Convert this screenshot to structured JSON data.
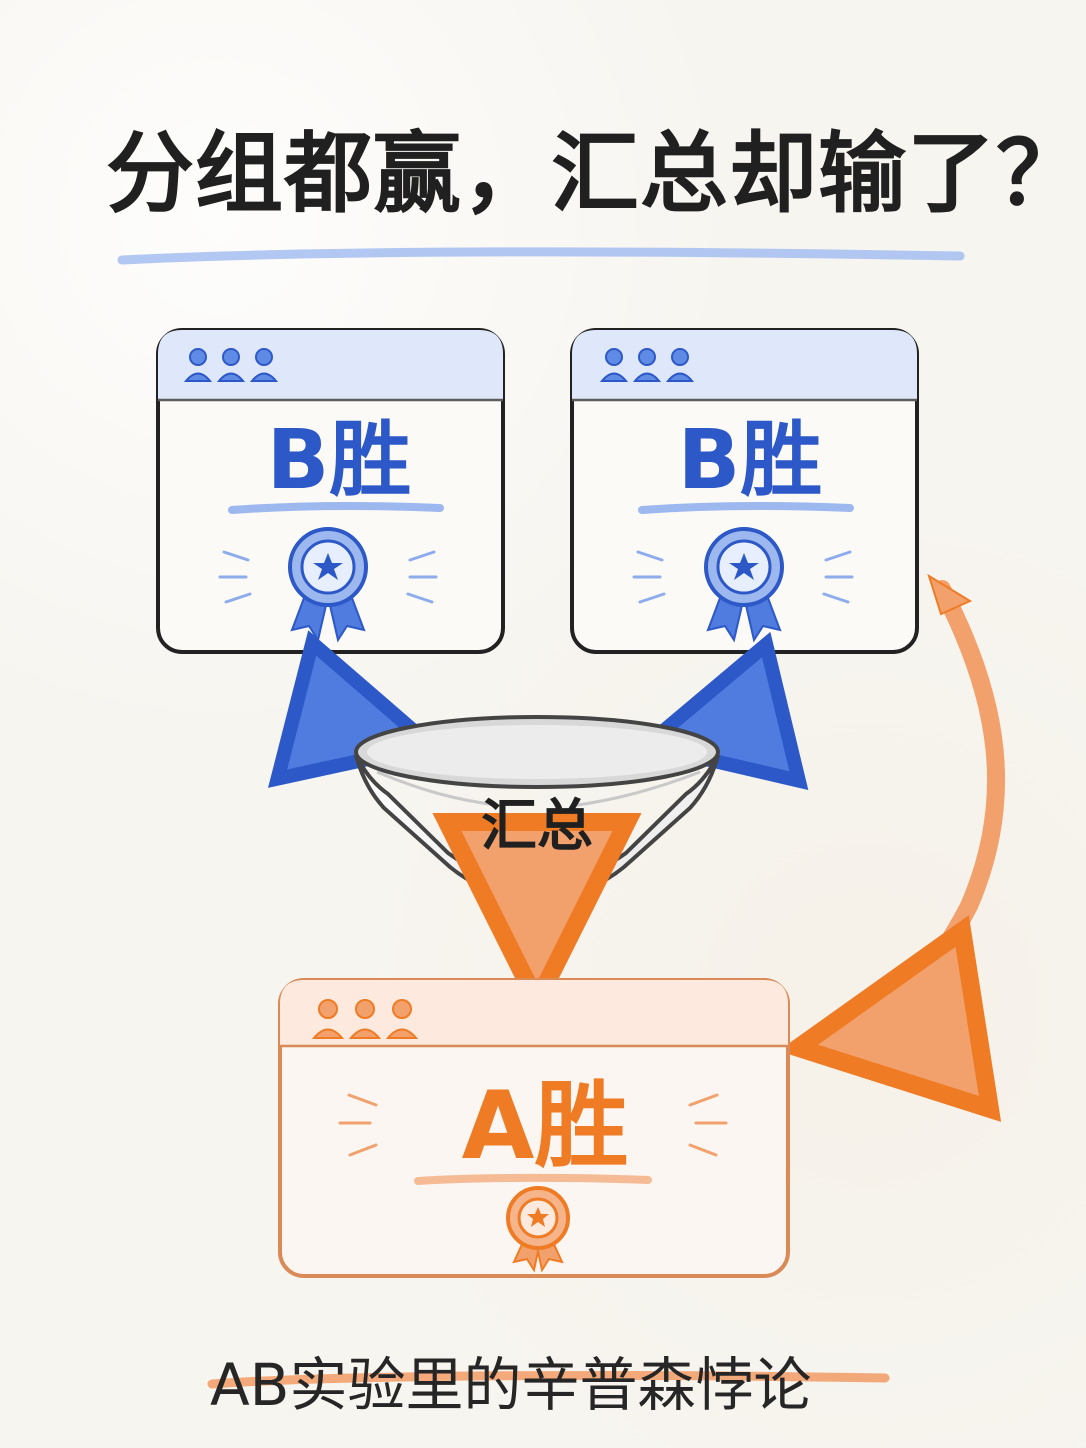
{
  "title": "分组都赢，汇总却输了？",
  "panels": {
    "left_top_result": "B胜",
    "right_top_result": "B胜",
    "bottom_result": "A胜"
  },
  "funnel": {
    "label": "汇总"
  },
  "subtitle": "AB实验里的辛普森悖论",
  "colors": {
    "background": "#f7f5f0",
    "blue": "#2d58c7",
    "blue_light": "#dfe8fb",
    "orange": "#ef7b24",
    "orange_light": "#fde9dd",
    "dark": "#202020"
  },
  "icons": {
    "group": "people-group-icon",
    "badge": "award-badge-icon",
    "arrow": "arrow-icon"
  }
}
